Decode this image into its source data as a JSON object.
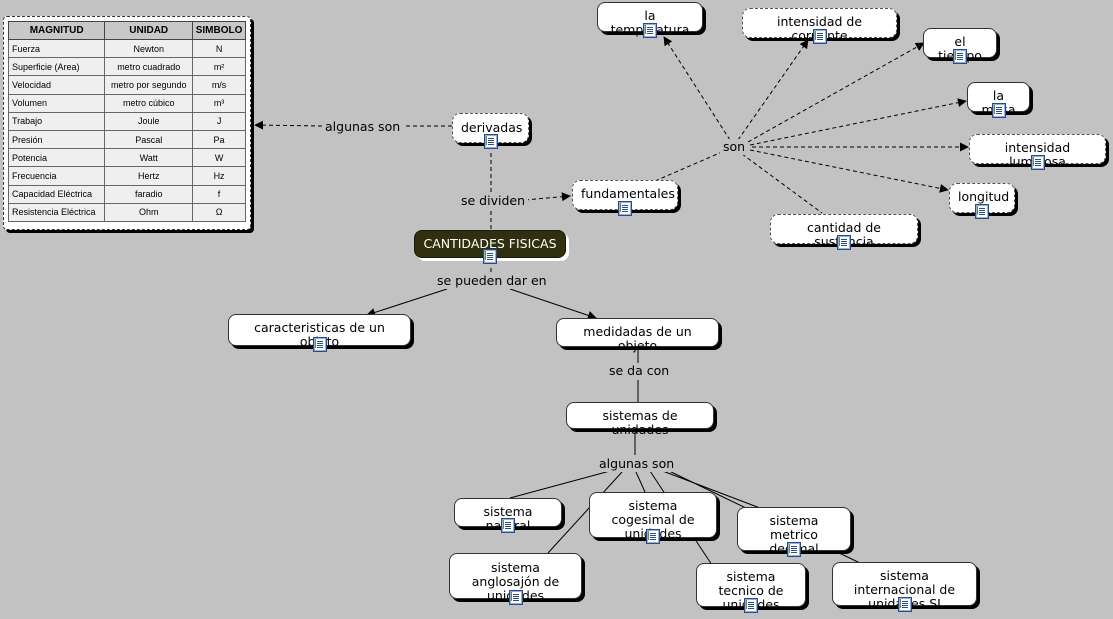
{
  "table": {
    "headers": [
      "MAGNITUD",
      "UNIDAD",
      "SIMBOLO"
    ],
    "rows": [
      [
        "Fuerza",
        "Newton",
        "N"
      ],
      [
        "Superficie (Area)",
        "metro cuadrado",
        "m²"
      ],
      [
        "Velocidad",
        "metro por segundo",
        "m/s"
      ],
      [
        "Volumen",
        "metro cúbico",
        "m³"
      ],
      [
        "Trabajo",
        "Joule",
        "J"
      ],
      [
        "Presión",
        "Pascal",
        "Pa"
      ],
      [
        "Potencia",
        "Watt",
        "W"
      ],
      [
        "Frecuencia",
        "Hertz",
        "Hz"
      ],
      [
        "Capacidad Eléctrica",
        "faradio",
        "f"
      ],
      [
        "Resistencia Eléctrica",
        "Ohm",
        "Ω"
      ]
    ]
  },
  "concepts": {
    "root": "CANTIDADES FISICAS",
    "derivadas": "derivadas",
    "fundamentales": "fundamentales",
    "temperatura": "la temperatura",
    "corriente": "intensidad de corriente",
    "tiempo": "el tiempo",
    "masa": "la masa",
    "luminosa": "intensidad luminosa",
    "longitud": "longitud",
    "sustancia": "cantidad de sustancia",
    "caracteristicas": "caracteristicas de un objeto",
    "medidas": "medidadas de un objeto",
    "sistemas": "sistemas de unidades",
    "natural": "sistema natural",
    "cogesimal": "sistema cogesimal de unidades",
    "metrico": "sistema metrico decimal",
    "anglosajon": "sistema anglosajón de unidades",
    "tecnico": "sistema tecnico de unidades",
    "internacional": "sistema internacional de unidades SI"
  },
  "phrases": {
    "algunas_son_top": "algunas son",
    "se_dividen": "se dividen",
    "son": "son",
    "se_pueden_dar_en": "se pueden dar en",
    "se_da_con": "se da con",
    "algunas_son_bottom": "algunas son"
  }
}
